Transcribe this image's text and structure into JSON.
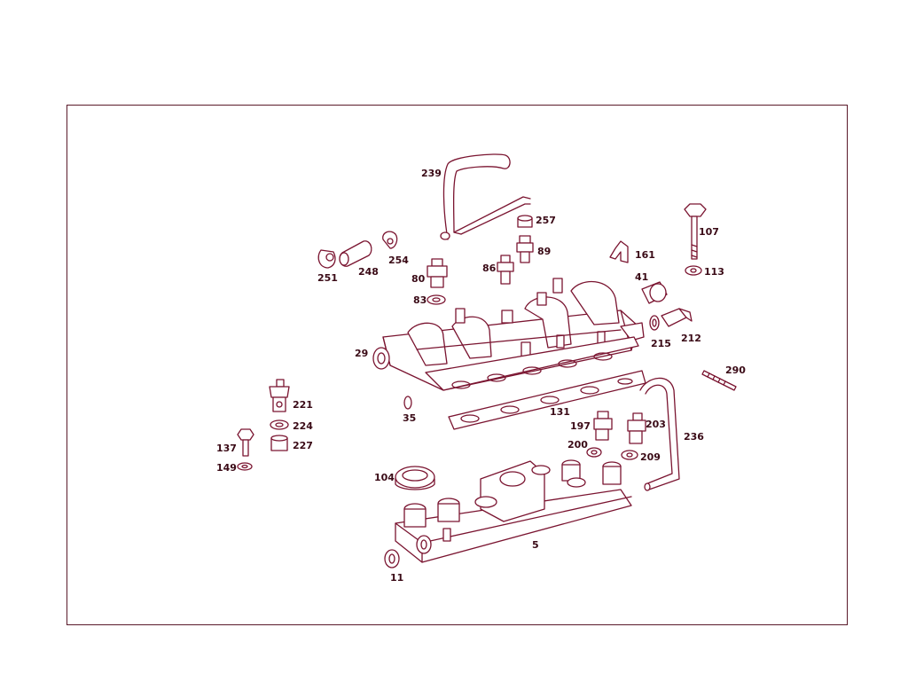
{
  "diagram": {
    "line_color": "#7a1430",
    "label_color": "#3a0a16",
    "parts": {
      "p5": "5",
      "p11": "11",
      "p29": "29",
      "p35": "35",
      "p41": "41",
      "p80": "80",
      "p83": "83",
      "p86": "86",
      "p89": "89",
      "p104": "104",
      "p107": "107",
      "p113": "113",
      "p131": "131",
      "p137": "137",
      "p149": "149",
      "p161": "161",
      "p197": "197",
      "p200": "200",
      "p203": "203",
      "p209": "209",
      "p212": "212",
      "p215": "215",
      "p221": "221",
      "p224": "224",
      "p227": "227",
      "p236": "236",
      "p239": "239",
      "p248": "248",
      "p251": "251",
      "p254": "254",
      "p257": "257",
      "p290": "290"
    }
  }
}
